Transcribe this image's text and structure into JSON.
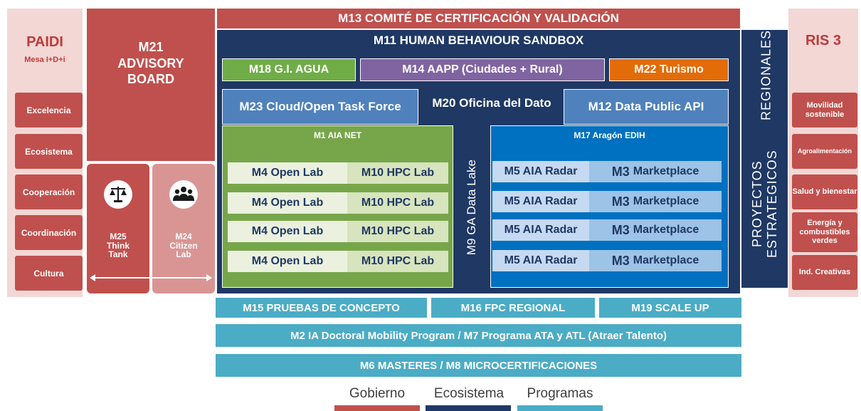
{
  "paidi": {
    "title": "PAIDI",
    "subtitle": "Mesa I+D+i",
    "items": [
      "Excelencia",
      "Ecosistema",
      "Cooperación",
      "Coordinación",
      "Cultura"
    ]
  },
  "ris3": {
    "title": "RIS 3",
    "items": [
      "Movilidad sostenible",
      "Agroalimentación",
      "Salud y bienestar",
      "Energía y combustibles verdes",
      "Ind. Creativas"
    ]
  },
  "m13": "M13 COMITÉ DE CERTIFICACIÓN Y VALIDACIÓN",
  "m11": "M11 HUMAN BEHAVIOUR SANDBOX",
  "m21": {
    "line1": "M21",
    "line2": "ADVISORY",
    "line3": "BOARD"
  },
  "m25": {
    "line1": "M25",
    "line2": "Think",
    "line3": "Tank"
  },
  "m24": {
    "line1": "M24",
    "line2": "Citizen",
    "line3": "Lab"
  },
  "m18": "M18 G.I. AGUA",
  "m14": "M14 AAPP (Ciudades + Rural)",
  "m22": "M22 Turismo",
  "m23": "M23 Cloud/Open Task Force",
  "m20": "M20 Oficina del Dato",
  "m12": "M12 Data Public API",
  "m1": "M1 AIA NET",
  "m17": "M17 Aragón EDIH",
  "m9": "M9 GA Data Lake",
  "proyectos": {
    "line1": "PROYECTOS ESTRATEGICOS",
    "line2": "REGIONALES"
  },
  "left_rows": [
    {
      "a": "M4 Open Lab",
      "b": "M10 HPC Lab"
    },
    {
      "a": "M4 Open Lab",
      "b": "M10 HPC Lab"
    },
    {
      "a": "M4 Open Lab",
      "b": "M10 HPC Lab"
    },
    {
      "a": "M4 Open Lab",
      "b": "M10 HPC Lab"
    }
  ],
  "right_rows": [
    {
      "a": "M5 AIA Radar",
      "num": "M3",
      "b": "Marketplace"
    },
    {
      "a": "M5 AIA Radar",
      "num": "M3",
      "b": "Marketplace"
    },
    {
      "a": "M5 AIA Radar",
      "num": "M3",
      "b": "Marketplace"
    },
    {
      "a": "M5 AIA Radar",
      "num": "M3",
      "b": "Marketplace"
    }
  ],
  "m15": "M15 PRUEBAS DE CONCEPTO",
  "m16": "M16 FPC REGIONAL",
  "m19": "M19 SCALE UP",
  "m2": "M2 IA Doctoral Mobility Program / M7 Programa ATA y ATL (Atraer Talento)",
  "m6": "M6 MASTERES / M8 MICROCERTIFICACIONES",
  "legend": [
    {
      "label": "Gobierno",
      "color": "#c0504d"
    },
    {
      "label": "Ecosistema",
      "color": "#1f3864"
    },
    {
      "label": "Programas",
      "color": "#4bacc6"
    }
  ]
}
